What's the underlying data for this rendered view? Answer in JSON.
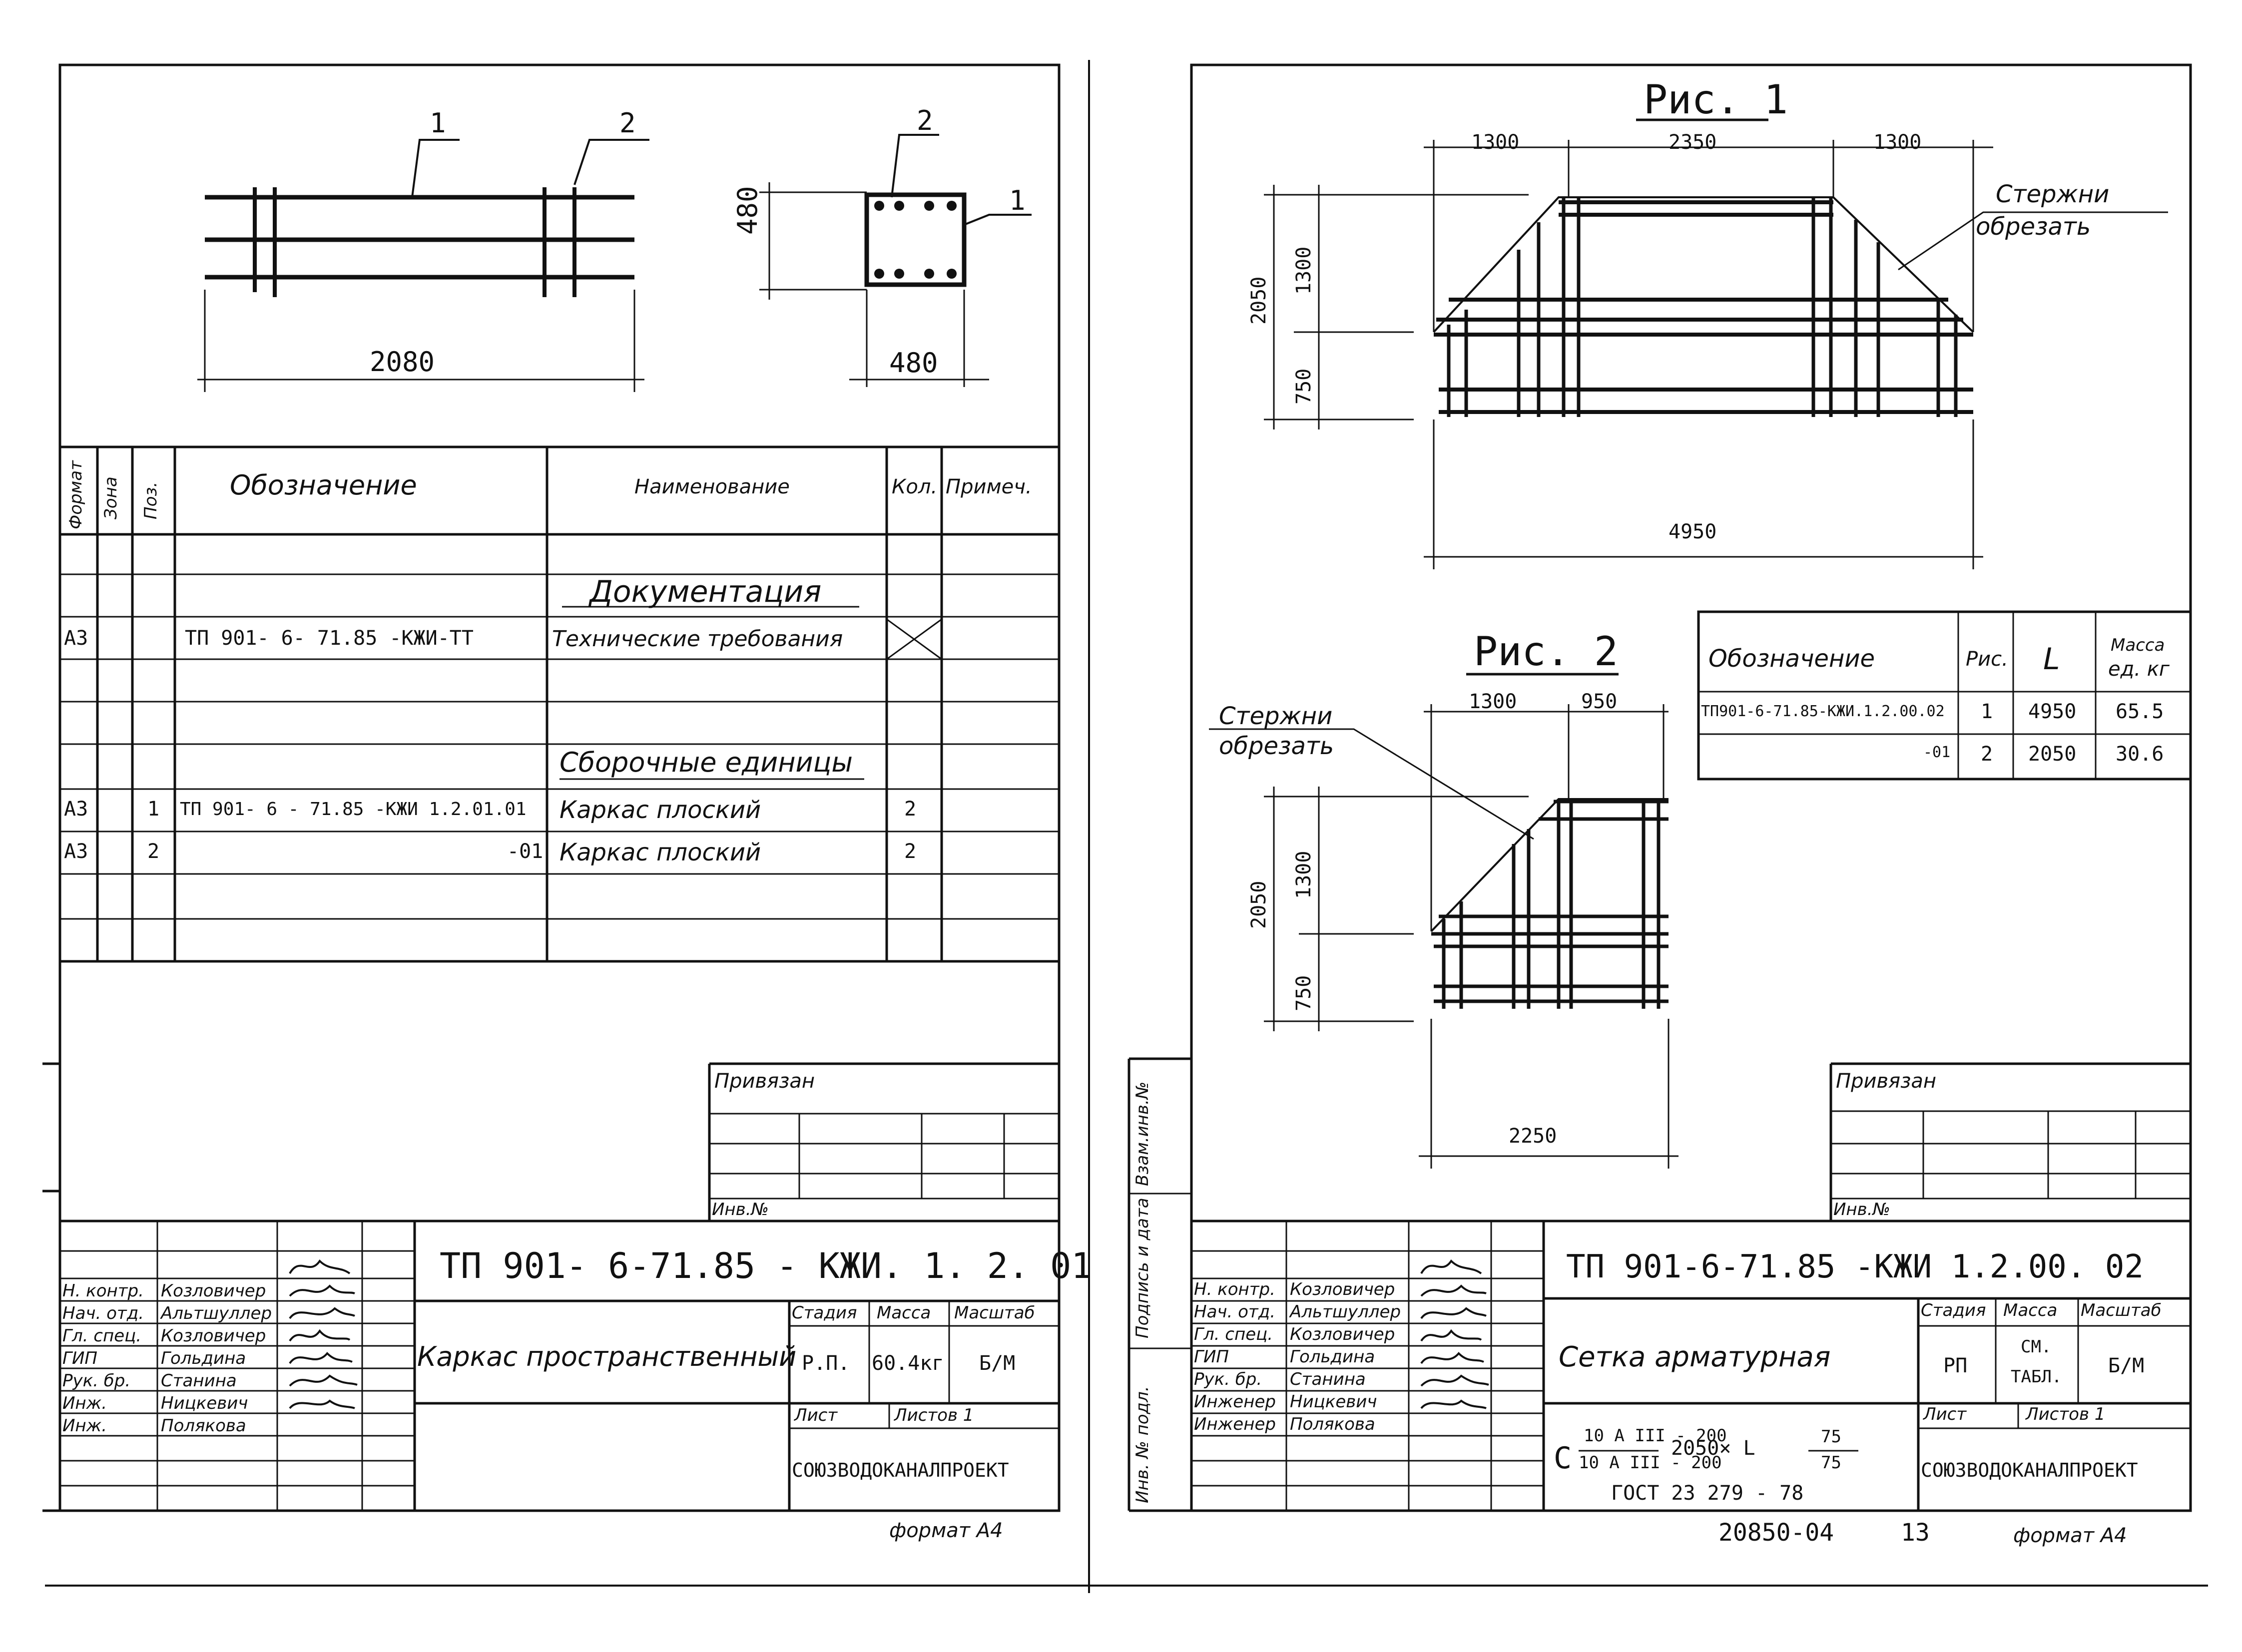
{
  "left_sheet": {
    "drawing": {
      "callout_1": "1",
      "callout_2": "2",
      "section_callout_2": "2",
      "section_callout_1": "1",
      "dim_length": "2080",
      "dim_section_height": "480",
      "dim_section_width": "480"
    },
    "spec_table": {
      "headers": {
        "format": "Формат",
        "zone": "Зона",
        "pos": "Поз.",
        "designation": "Обозначение",
        "name": "Наименование",
        "qty": "Кол.",
        "note": "Примеч."
      },
      "section_docs": "Документация",
      "section_units": "Сборочные единицы",
      "rows": [
        {
          "format": "А3",
          "pos": "",
          "designation": "ТП 901- 6- 71.85 -КЖИ-ТТ",
          "name": "Технические требования",
          "qty": ""
        },
        {
          "format": "А3",
          "pos": "1",
          "designation": "ТП 901- 6 - 71.85 -КЖИ 1.2.01.01",
          "name": "Каркас плоский",
          "qty": "2"
        },
        {
          "format": "А3",
          "pos": "2",
          "designation": "-01",
          "name": "Каркас плоский",
          "qty": "2"
        }
      ]
    },
    "linked_box": {
      "title": "Привязан",
      "inv": "Инв.№"
    },
    "title_block": {
      "code": "ТП 901- 6-71.85 - КЖИ. 1. 2. 01",
      "name": "Каркас пространственный",
      "stage_label": "Стадия",
      "mass_label": "Масса",
      "scale_label": "Масштаб",
      "stage": "Р.П.",
      "mass": "60.4кг",
      "scale": "Б/М",
      "sheet_label": "Лист",
      "sheets_label": "Листов 1",
      "org": "СОЮЗВОДОКАНАЛПРОЕКТ",
      "staff": [
        {
          "role": "Н. контр.",
          "name": "Козловичер"
        },
        {
          "role": "Нач. отд.",
          "name": "Альтшуллер"
        },
        {
          "role": "Гл. спец.",
          "name": "Козловичер"
        },
        {
          "role": "ГИП",
          "name": "Гольдина"
        },
        {
          "role": "Рук. бр.",
          "name": "Станина"
        },
        {
          "role": "Инж.",
          "name": "Ницкевич"
        },
        {
          "role": "Инж.",
          "name": "Полякова"
        }
      ]
    },
    "format_note": "формат А4"
  },
  "right_sheet": {
    "fig1": {
      "title": "Рис. 1",
      "dim_a": "1300",
      "dim_b": "2350",
      "dim_c": "1300",
      "dim_h_total": "2050",
      "dim_h_top": "1300",
      "dim_h_bottom": "750",
      "dim_total_len": "4950",
      "note_1": "Стержни",
      "note_2": "обрезать"
    },
    "fig2": {
      "title": "Рис. 2",
      "dim_a": "1300",
      "dim_b": "950",
      "dim_h_total": "2050",
      "dim_h_top": "1300",
      "dim_h_bottom": "750",
      "dim_total_len": "2250",
      "note_1": "Стержни",
      "note_2": "обрезать"
    },
    "mesh_table": {
      "headers": {
        "designation": "Обозначение",
        "fig": "Рис.",
        "len": "L",
        "mass_1": "Масса",
        "mass_2": "ед. кг"
      },
      "rows": [
        {
          "designation": "ТП901-6-71.85-КЖИ.1.2.00.02",
          "fig": "1",
          "len": "4950",
          "mass": "65.5"
        },
        {
          "designation": "-01",
          "fig": "2",
          "len": "2050",
          "mass": "30.6"
        }
      ]
    },
    "side_labels": {
      "a": "Взам.инв.№",
      "b": "Подпись и дата",
      "c": "Инв. № подл."
    },
    "linked_box": {
      "title": "Привязан",
      "inv": "Инв.№"
    },
    "title_block": {
      "code": "ТП 901-6-71.85 -КЖИ 1.2.00. 02",
      "name": "Сетка арматурная",
      "stage_label": "Стадия",
      "mass_label": "Масса",
      "scale_label": "Масштаб",
      "stage": "РП",
      "mass_1": "СМ.",
      "mass_2": "ТАБЛ.",
      "scale": "Б/М",
      "sheet_label": "Лист",
      "sheets_label": "Листов 1",
      "org": "СОЮЗВОДОКАНАЛПРОЕКТ",
      "formula_c": "С",
      "formula_num": "10 А III - 200",
      "formula_den": "10 А III - 200",
      "formula_dims": "2050× L",
      "formula_r_num": "75",
      "formula_r_den": "75",
      "gost": "ГОСТ 23 279 - 78",
      "staff": [
        {
          "role": "Н. контр.",
          "name": "Козловичер"
        },
        {
          "role": "Нач. отд.",
          "name": "Альтшуллер"
        },
        {
          "role": "Гл. спец.",
          "name": "Козловичер"
        },
        {
          "role": "ГИП",
          "name": "Гольдина"
        },
        {
          "role": "Рук. бр.",
          "name": "Станина"
        },
        {
          "role": "Инженер",
          "name": "Ницкевич"
        },
        {
          "role": "Инженер",
          "name": "Полякова"
        }
      ]
    },
    "bottom_code": "20850-04",
    "page_number": "13",
    "format_note": "формат А4"
  }
}
